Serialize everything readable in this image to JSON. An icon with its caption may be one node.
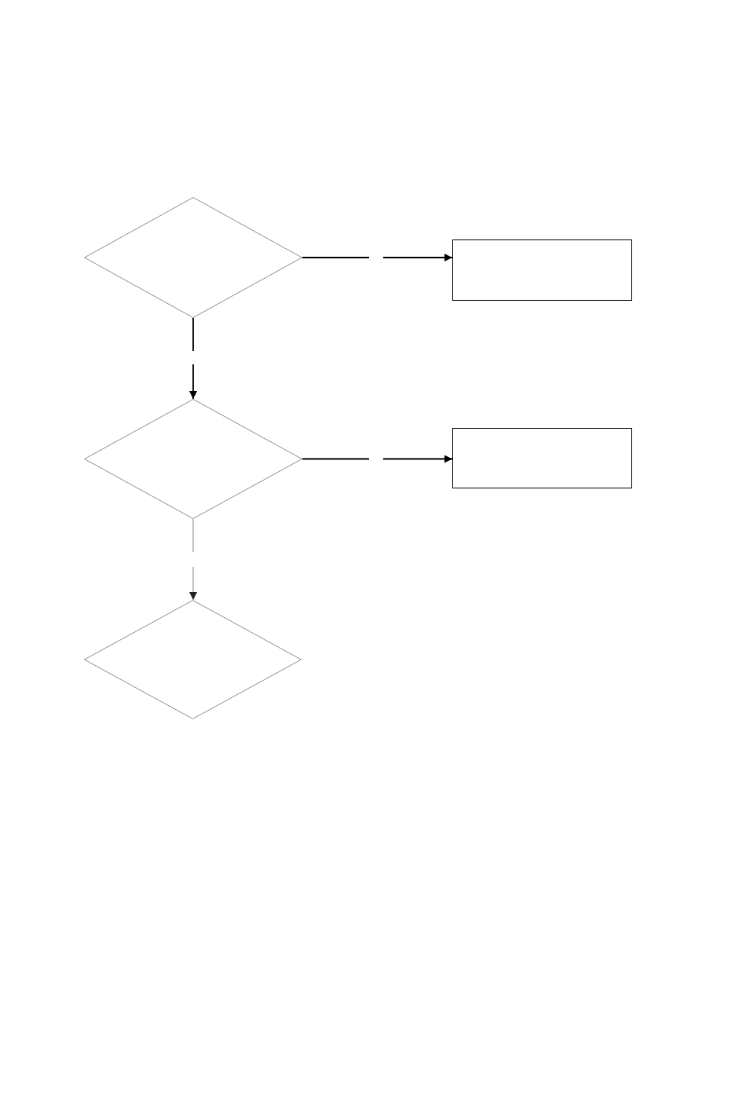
{
  "diagram": {
    "nodes": [
      {
        "text": [],
        "shape": "diamond"
      },
      {
        "text": [],
        "shape": "box"
      },
      {
        "text": [],
        "shape": "diamond"
      },
      {
        "text": [],
        "shape": "box"
      },
      {
        "text": [],
        "shape": "diamond"
      }
    ],
    "edges": [
      {
        "from": 0,
        "to": 1,
        "arrow": "to"
      },
      {
        "from": 0,
        "to": 2,
        "arrow": "to"
      },
      {
        "from": 2,
        "to": 3,
        "arrow": "to"
      },
      {
        "from": 2,
        "to": 4,
        "arrow": "to",
        "color": "#9a9a9a"
      }
    ]
  }
}
